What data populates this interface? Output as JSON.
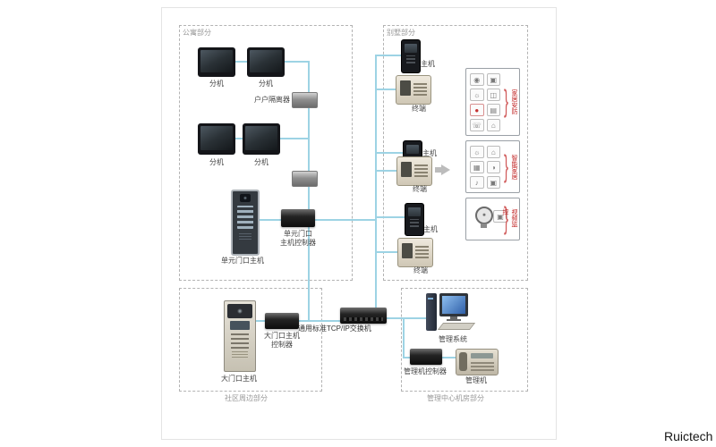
{
  "watermark": "Ruictech",
  "switch": {
    "label": "通用标准TCP/IP交换机"
  },
  "colors": {
    "line": "#9dd3e4",
    "accent_red": "#c22626"
  },
  "regions": {
    "apartment": {
      "title": "公寓部分",
      "monitor_labels": [
        "分机",
        "分机",
        "分机",
        "分机"
      ],
      "isolator_label": "户户隔离器",
      "door_station_label": "单元门口主机",
      "controller_label": [
        "单元门口",
        "主机控制器"
      ]
    },
    "villa": {
      "title": "别墅部分",
      "groups": [
        {
          "host": "主机",
          "terminal": "终端"
        },
        {
          "host": "主机",
          "terminal": "终端"
        },
        {
          "host": "主机",
          "terminal": "终端"
        }
      ],
      "panels": [
        {
          "label": "家居安防",
          "brace": "}",
          "icons": [
            "◉",
            "▣",
            "☼",
            "◫",
            "●",
            "▤",
            "☏",
            "⌂"
          ]
        },
        {
          "label": "智能家居",
          "brace": "}",
          "icons": [
            "☼",
            "⌂",
            "▦",
            "◑",
            "♪",
            "▣"
          ]
        },
        {
          "label": "视频监控",
          "brace": "}",
          "icons": [
            "▣"
          ]
        }
      ]
    },
    "community": {
      "title": "社区周边部分",
      "gate_station_label": "大门口主机",
      "controller_label": [
        "大门口主机",
        "控制器"
      ]
    },
    "management": {
      "title": "管理中心机房部分",
      "computer_label": "管理系统",
      "controller_label": "管理机控制器",
      "phone_label": "管理机"
    }
  }
}
